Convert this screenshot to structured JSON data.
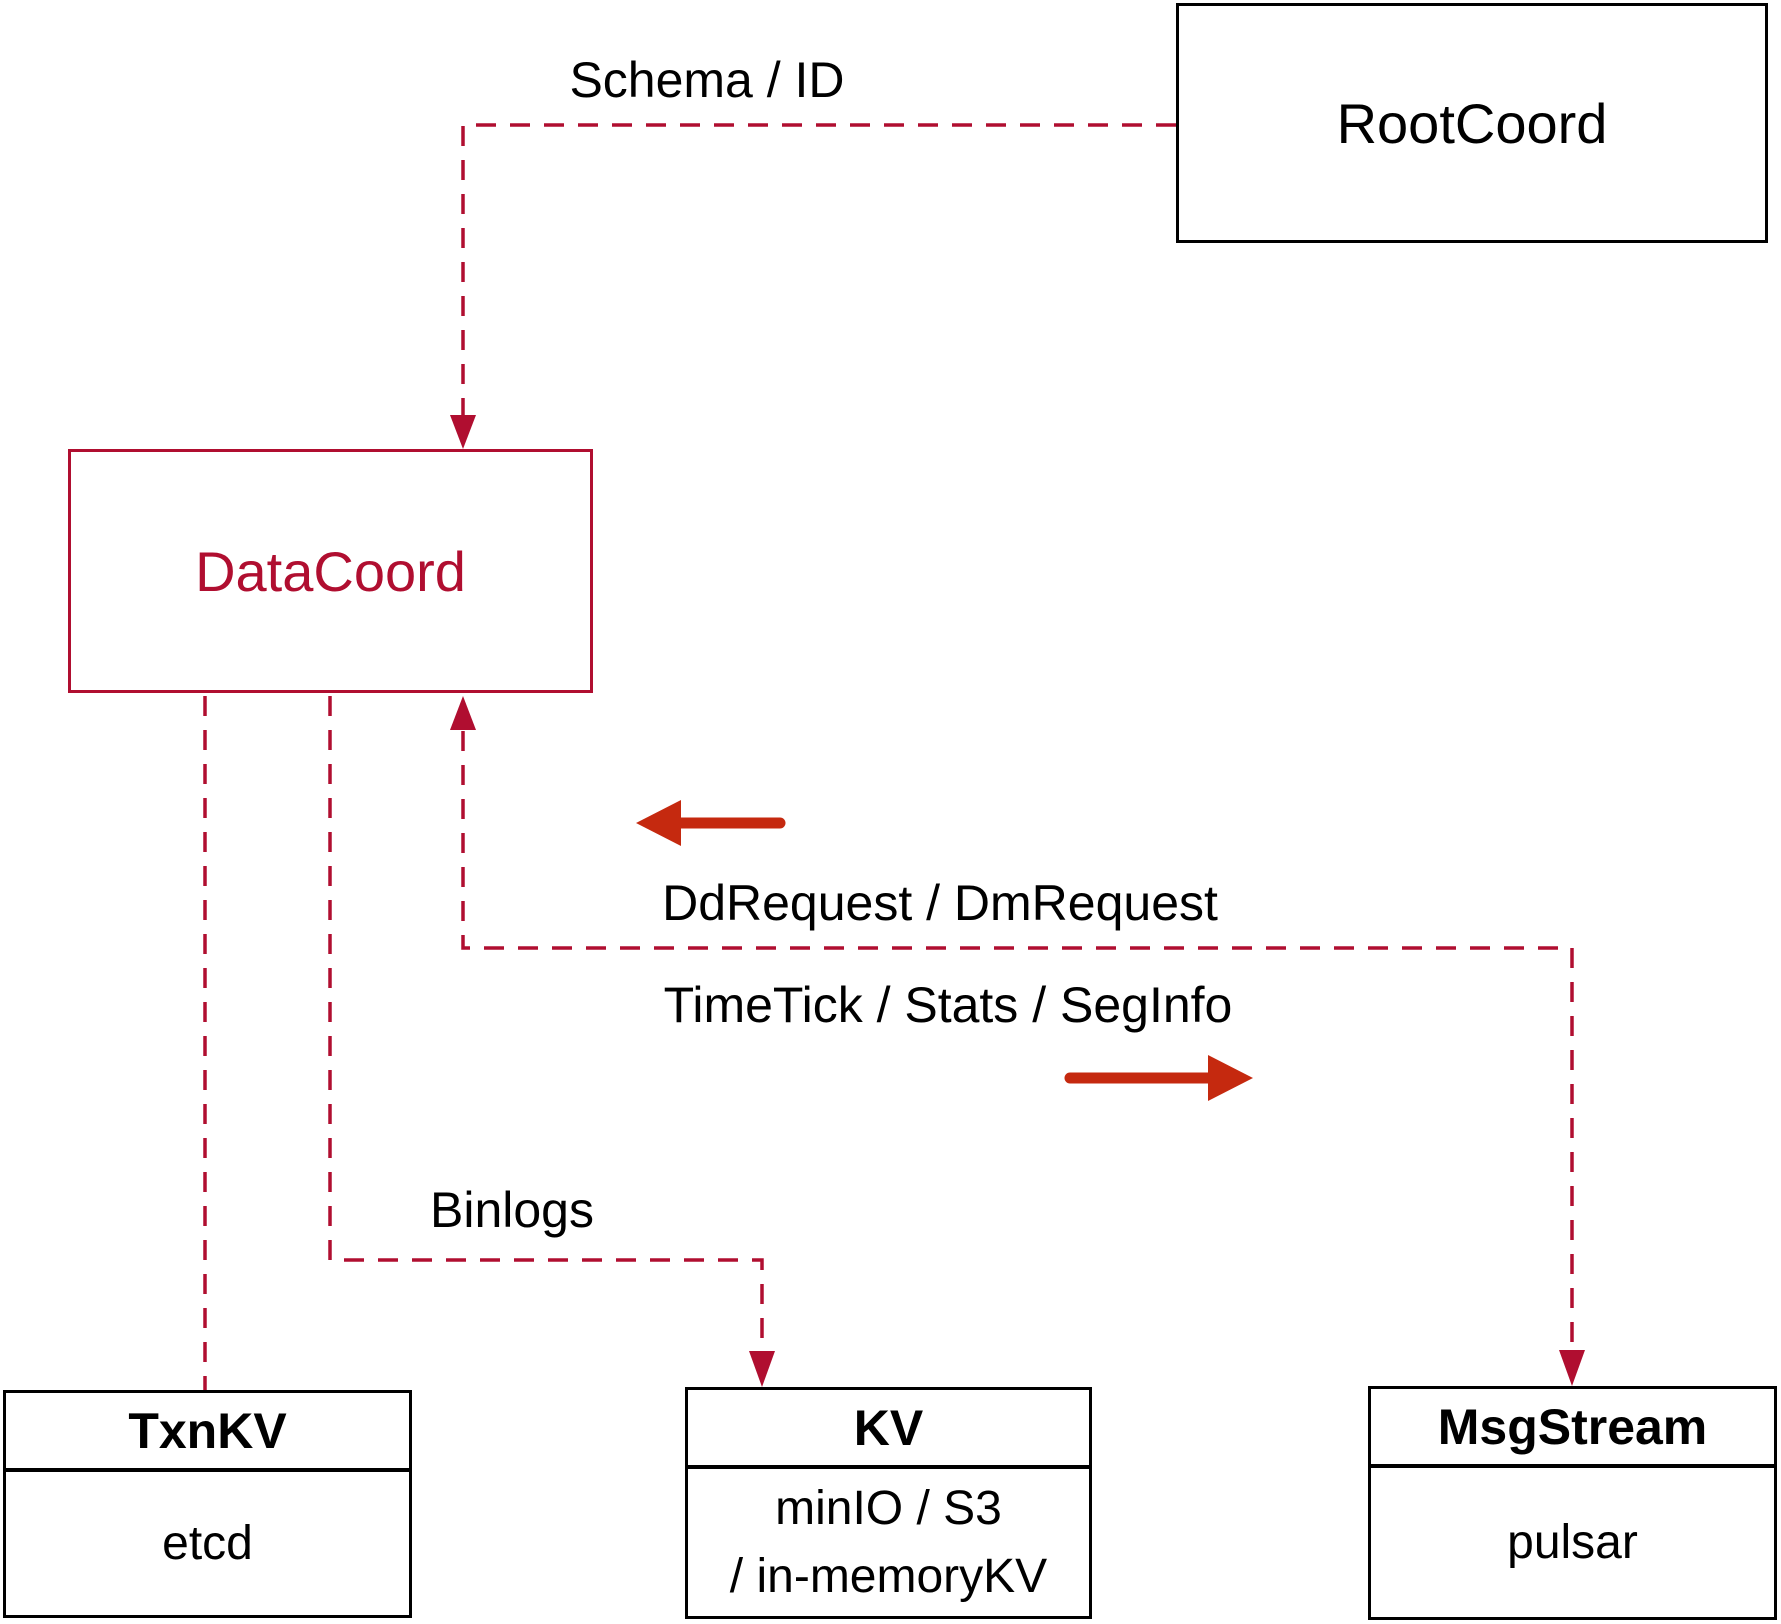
{
  "colors": {
    "dashed_line_crimson": "#b00e30",
    "solid_arrow_red": "#c5290f",
    "box_border_black": "#000000",
    "text_black": "#000000",
    "background": "#ffffff"
  },
  "nodes": {
    "root_coord": {
      "label": "RootCoord"
    },
    "data_coord": {
      "label": "DataCoord"
    },
    "txn_kv": {
      "title": "TxnKV",
      "body": "etcd"
    },
    "kv": {
      "title": "KV",
      "body_lines": [
        "minIO / S3",
        "/ in-memoryKV"
      ]
    },
    "msg_stream": {
      "title": "MsgStream",
      "body": "pulsar"
    }
  },
  "edge_labels": {
    "schema_id": "Schema / ID",
    "dd_request": "DdRequest / DmRequest",
    "time_tick": "TimeTick / Stats / SegInfo",
    "binlogs": "Binlogs"
  }
}
